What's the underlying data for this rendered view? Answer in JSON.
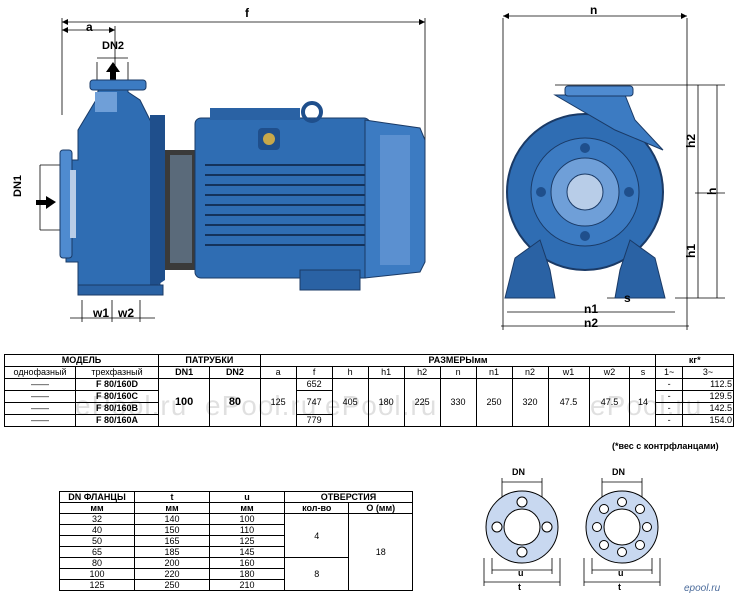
{
  "drawing": {
    "labels": {
      "a": "a",
      "f": "f",
      "dn2": "DN2",
      "dn1": "DN1",
      "w1": "w1",
      "w2": "w2",
      "n": "n",
      "h2": "h2",
      "h": "h",
      "h1": "h1",
      "s": "s",
      "n1": "n1",
      "n2": "n2"
    },
    "colors": {
      "pump_body": "#2f6db3",
      "pump_dark": "#1f4f8c",
      "pump_light": "#6f9fd8"
    }
  },
  "table_main": {
    "col_model": "МОДЕЛЬ",
    "col_single": "однофазный",
    "col_three": "трехфазный",
    "col_ports": "ПАТРУБКИ",
    "col_dn1": "DN1",
    "col_dn2": "DN2",
    "col_dims": "РАЗМЕРЫмм",
    "col_weight": "кг*",
    "dim_heads": [
      "a",
      "f",
      "h",
      "h1",
      "h2",
      "n",
      "n1",
      "n2",
      "w1",
      "w2",
      "s"
    ],
    "weight_heads": [
      "1~",
      "3~"
    ],
    "dash": "——",
    "models": [
      "F 80/160D",
      "F 80/160C",
      "F 80/160B",
      "F 80/160A"
    ],
    "dn1": "100",
    "dn2": "80",
    "a": "125",
    "f_values": [
      "652",
      "747",
      "779"
    ],
    "h": "405",
    "h1": "180",
    "h2": "225",
    "n": "330",
    "n1": "250",
    "n2": "320",
    "w1": "47.5",
    "w2": "47.5",
    "s": "14",
    "weight_single": [
      "-",
      "-",
      "-",
      "-"
    ],
    "weight_three": [
      "112.5",
      "129.5",
      "142.5",
      "154.0"
    ],
    "note": "(*вес с контрфланцами)"
  },
  "table_flange": {
    "col_dn": "DN ФЛАНЦЫ",
    "col_t": "t",
    "col_u": "u",
    "col_holes": "ОТВЕРСТИЯ",
    "unit_mm": "мм",
    "col_count": "кол-во",
    "col_dia": "О (мм)",
    "rows": [
      {
        "dn": "32",
        "t": "140",
        "u": "100"
      },
      {
        "dn": "40",
        "t": "150",
        "u": "110"
      },
      {
        "dn": "50",
        "t": "165",
        "u": "125"
      },
      {
        "dn": "65",
        "t": "185",
        "u": "145"
      },
      {
        "dn": "80",
        "t": "200",
        "u": "160"
      },
      {
        "dn": "100",
        "t": "220",
        "u": "180"
      },
      {
        "dn": "125",
        "t": "250",
        "u": "210"
      }
    ],
    "count_a": "4",
    "count_b": "8",
    "diameter": "18"
  },
  "flange_drawings": {
    "dn": "DN",
    "u": "u",
    "t": "t"
  },
  "watermark": {
    "text_a": "ePool.ru",
    "text_b": "ePool.ru",
    "text_c": "ePool.ru",
    "text_d": "ePool.ru",
    "corner": "epool.ru"
  }
}
